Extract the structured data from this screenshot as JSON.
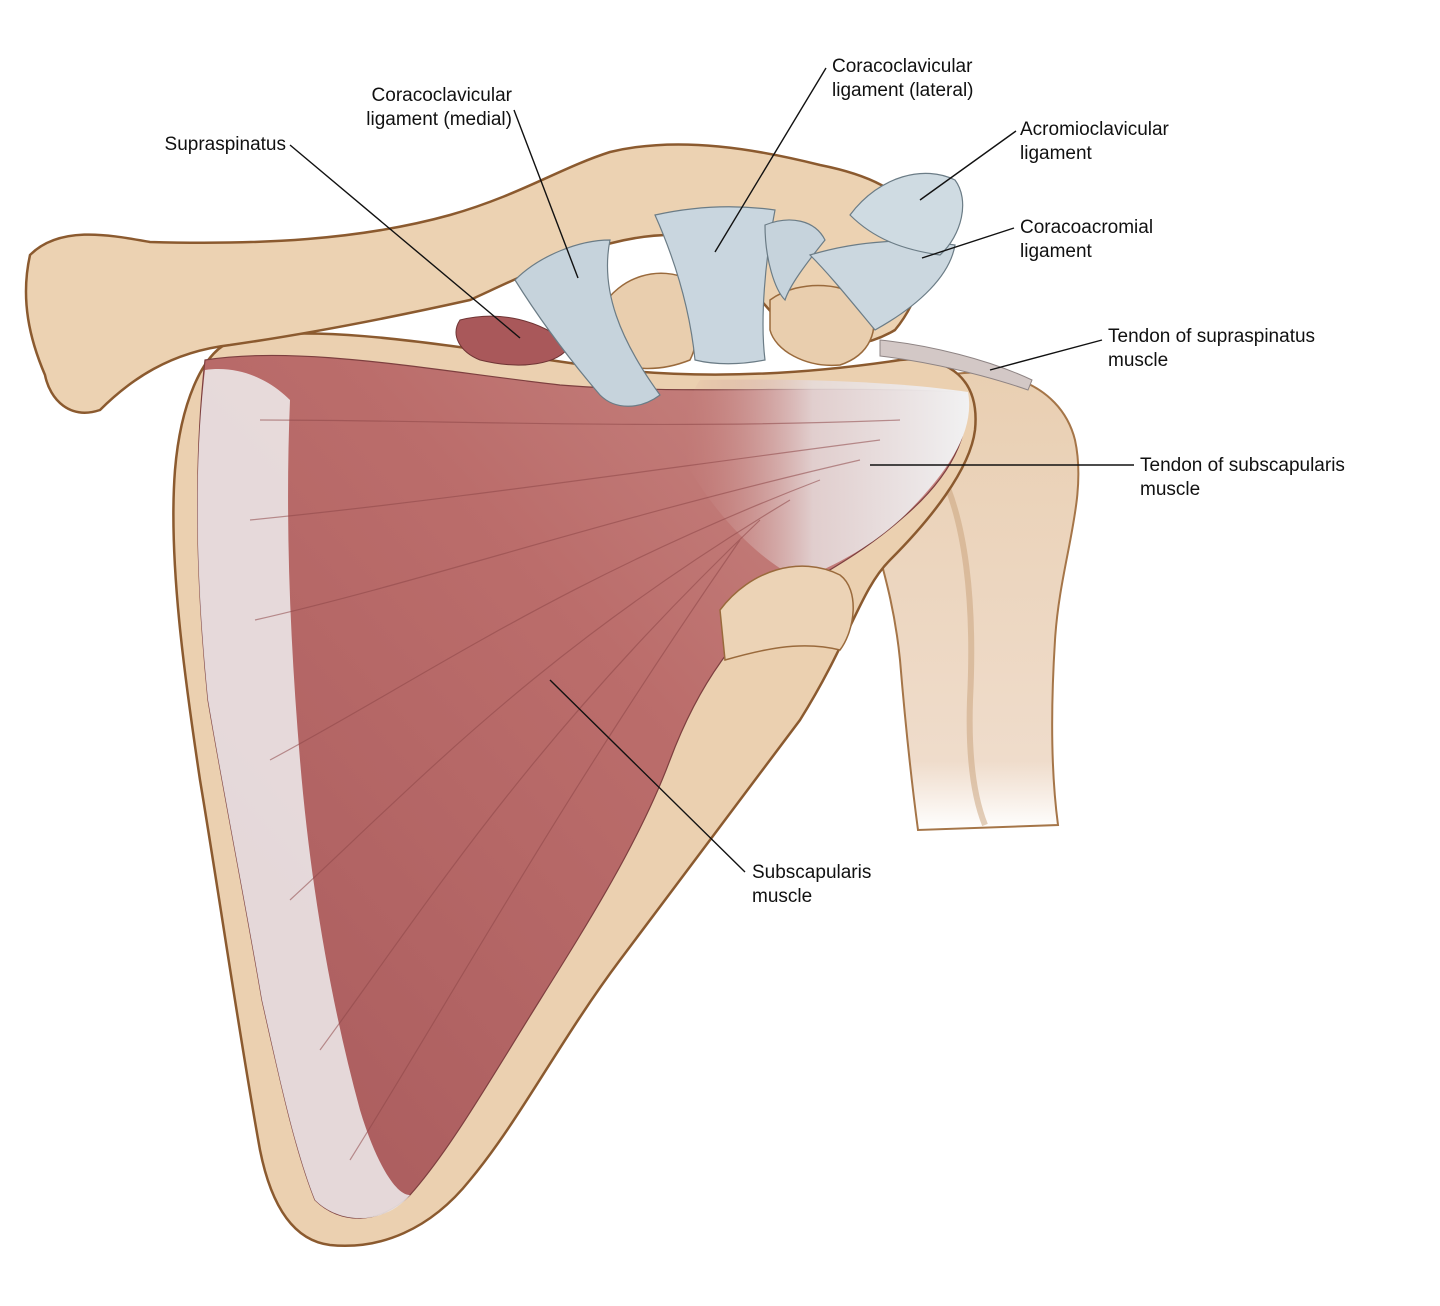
{
  "labels": {
    "supraspinatus": {
      "line1": "Supraspinatus"
    },
    "cc_medial": {
      "line1": "Coracoclavicular",
      "line2": "ligament (medial)"
    },
    "cc_lateral": {
      "line1": "Coracoclavicular",
      "line2": "ligament (lateral)"
    },
    "acromioclavicular": {
      "line1": "Acromioclavicular",
      "line2": "ligament"
    },
    "coracoacromial": {
      "line1": "Coracoacromial",
      "line2": "ligament"
    },
    "tendon_supraspinatus": {
      "line1": "Tendon of supraspinatus",
      "line2": "muscle"
    },
    "tendon_subscapularis": {
      "line1": "Tendon of subscapularis",
      "line2": "muscle"
    },
    "subscapularis": {
      "line1": "Subscapularis",
      "line2": "muscle"
    }
  },
  "colors": {
    "bone": "#ecd2b4",
    "bone_outline": "#9a6a3c",
    "muscle": "#b86a6a",
    "tendon": "#eae9eb",
    "ligament": "#c9d6de"
  }
}
